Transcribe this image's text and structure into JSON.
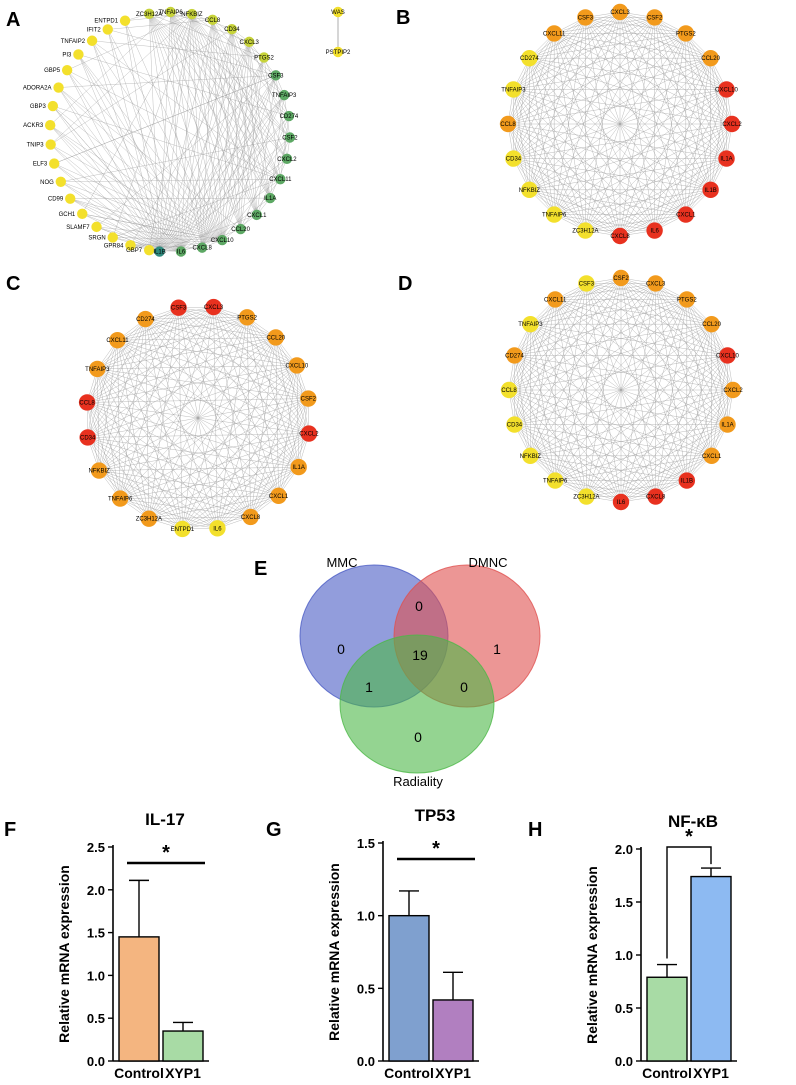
{
  "panel_letters": {
    "a": "A",
    "b": "B",
    "c": "C",
    "d": "D",
    "e": "E",
    "f": "F",
    "g": "G",
    "h": "H"
  },
  "colors": {
    "edge": "#9a9a9a",
    "yellow": "#f3e02c",
    "yellow_green": "#c7d33a",
    "green": "#5da864",
    "teal": "#2f8a7e",
    "orange": "#f29a1c",
    "red": "#e8311f",
    "venn_mmc": "#4a5bc4",
    "venn_dmnc": "#e0504f",
    "venn_radiality": "#4cb847",
    "bar_orange": "#f4b580",
    "bar_green": "#a8dba5",
    "bar_blue_gray": "#7fa0cf",
    "bar_purple": "#b17fc0",
    "bar_light_blue": "#8dbaf2"
  },
  "networks": {
    "A": {
      "ring_left": [
        "ENTPD1",
        "IFIT2",
        "TNFAIP2",
        "PI3",
        "GBP5",
        "ADORA2A",
        "GBP3",
        "ACKR3",
        "TNIP3",
        "ELF3",
        "NOG",
        "CD99",
        "GCH1",
        "SLAMF7",
        "SRGN",
        "GPR84",
        "GBP7"
      ],
      "ring_left_color": [
        "yellow",
        "yellow",
        "yellow",
        "yellow",
        "yellow",
        "yellow",
        "yellow",
        "yellow",
        "yellow",
        "yellow",
        "yellow",
        "yellow",
        "yellow",
        "yellow",
        "yellow",
        "yellow",
        "yellow"
      ],
      "ring_right": [
        "ZC3H12A",
        "TNFAIP6",
        "NFKBIZ",
        "CCL8",
        "CD34",
        "CXCL3",
        "PTGS2",
        "CSF3",
        "TNFAIP3",
        "CD274",
        "CSF2",
        "CXCL2",
        "CXCL11",
        "IL1A",
        "CXCL1",
        "CCL20",
        "CXCL10",
        "CXCL8",
        "IL6",
        "IL1B"
      ],
      "ring_right_color": [
        "yellow_green",
        "yellow_green",
        "yellow_green",
        "yellow_green",
        "yellow_green",
        "yellow_green",
        "yellow_green",
        "green",
        "green",
        "green",
        "green",
        "green",
        "green",
        "green",
        "green",
        "green",
        "green",
        "green",
        "green",
        "teal"
      ],
      "pair": [
        "WAS",
        "PSTPIP2"
      ]
    },
    "B": {
      "nodes": [
        "CXCL3",
        "CSF2",
        "PTGS2",
        "CCL20",
        "CXCL10",
        "CXCL2",
        "IL1A",
        "IL1B",
        "CXCL1",
        "IL6",
        "CXCL8",
        "ZC3H12A",
        "TNFAIP6",
        "NFKBIZ",
        "CD34",
        "CCL8",
        "TNFAIP3",
        "CD274",
        "CXCL11",
        "CSF3"
      ],
      "colors": [
        "orange",
        "orange",
        "orange",
        "orange",
        "red",
        "red",
        "red",
        "red",
        "red",
        "red",
        "red",
        "yellow",
        "yellow",
        "yellow",
        "yellow",
        "orange",
        "yellow",
        "yellow",
        "orange",
        "orange"
      ]
    },
    "C": {
      "nodes": [
        "CXCL3",
        "PTGS2",
        "CCL20",
        "CXCL10",
        "CSF2",
        "CXCL2",
        "IL1A",
        "CXCL1",
        "CXCL8",
        "IL6",
        "ENTPD1",
        "ZC3H12A",
        "TNFAIP6",
        "NFKBIZ",
        "CD34",
        "CCL8",
        "TNFAIP3",
        "CXCL11",
        "CD274",
        "CSF3"
      ],
      "colors": [
        "red",
        "orange",
        "orange",
        "orange",
        "orange",
        "red",
        "orange",
        "orange",
        "orange",
        "yellow",
        "yellow",
        "orange",
        "orange",
        "orange",
        "red",
        "red",
        "orange",
        "orange",
        "orange",
        "red"
      ]
    },
    "D": {
      "nodes": [
        "CSF2",
        "CXCL3",
        "PTGS2",
        "CCL20",
        "CXCL10",
        "CXCL2",
        "IL1A",
        "CXCL1",
        "IL1B",
        "CXCL8",
        "IL6",
        "ZC3H12A",
        "TNFAIP6",
        "NFKBIZ",
        "CD34",
        "CCL8",
        "CD274",
        "TNFAIP3",
        "CXCL11",
        "CSF3"
      ],
      "colors": [
        "orange",
        "orange",
        "orange",
        "orange",
        "red",
        "orange",
        "orange",
        "orange",
        "red",
        "red",
        "red",
        "yellow",
        "yellow",
        "yellow",
        "yellow",
        "yellow",
        "orange",
        "yellow",
        "orange",
        "yellow"
      ]
    }
  },
  "venn": {
    "sets": [
      "MMC",
      "DMNC",
      "Radiality"
    ],
    "only_mmc": "0",
    "only_dmnc": "1",
    "only_radiality": "0",
    "mmc_dmnc": "0",
    "mmc_radiality": "1",
    "dmnc_radiality": "0",
    "all_three": "19"
  },
  "significance_marker": "*",
  "chart_data": [
    {
      "type": "bar",
      "panel": "F",
      "title": "IL-17",
      "ylabel": "Relative mRNA expression",
      "categories": [
        "Control",
        "XYP1"
      ],
      "values": [
        1.45,
        0.35
      ],
      "errors": [
        0.66,
        0.1
      ],
      "bar_colors": [
        "#f4b580",
        "#a8dba5"
      ],
      "ylim": [
        0,
        2.5
      ],
      "yticks": [
        "0.0",
        "0.5",
        "1.0",
        "1.5",
        "2.0",
        "2.5"
      ],
      "significance": "*",
      "sig_style": "line"
    },
    {
      "type": "bar",
      "panel": "G",
      "title": "TP53",
      "ylabel": "Relative mRNA expression",
      "categories": [
        "Control",
        "XYP1"
      ],
      "values": [
        1.0,
        0.42
      ],
      "errors": [
        0.17,
        0.19
      ],
      "bar_colors": [
        "#7fa0cf",
        "#b17fc0"
      ],
      "ylim": [
        0,
        1.5
      ],
      "yticks": [
        "0.0",
        "0.5",
        "1.0",
        "1.5"
      ],
      "significance": "*",
      "sig_style": "line"
    },
    {
      "type": "bar",
      "panel": "H",
      "title": "NF-κB",
      "ylabel": "Relative mRNA expression",
      "categories": [
        "Control",
        "XYP1"
      ],
      "values": [
        0.79,
        1.74
      ],
      "errors": [
        0.12,
        0.08
      ],
      "bar_colors": [
        "#a8dba5",
        "#8dbaf2"
      ],
      "ylim": [
        0,
        2.0
      ],
      "yticks": [
        "0.0",
        "0.5",
        "1.0",
        "1.5",
        "2.0"
      ],
      "significance": "*",
      "sig_style": "bracket"
    }
  ]
}
